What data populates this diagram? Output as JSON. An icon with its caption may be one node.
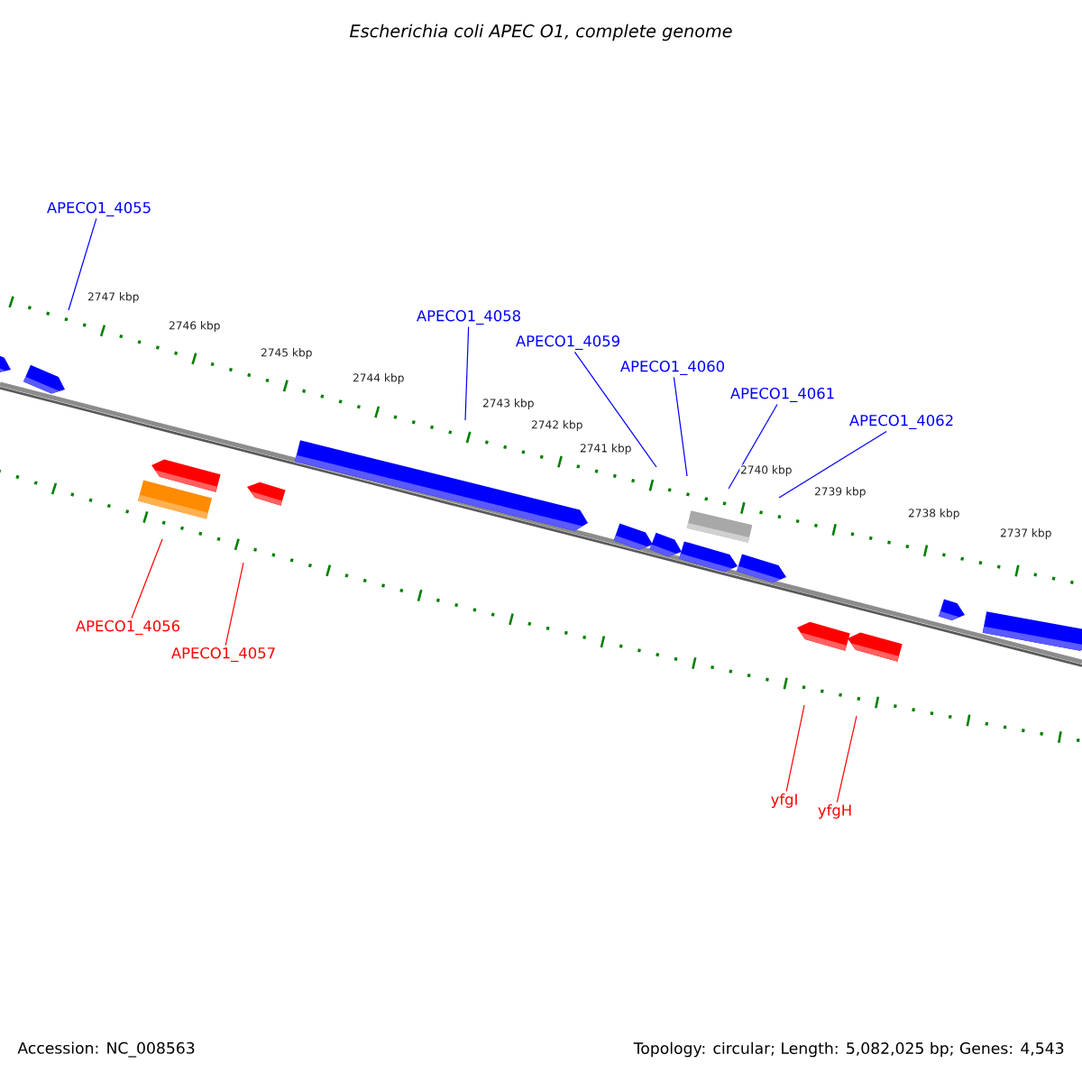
{
  "diagram": {
    "title": "Escherichia coli APEC O1, complete genome",
    "nodes": [
      {
        "text": [
          "APECO1_4055"
        ]
      },
      {
        "text": [
          "APECO1_4058"
        ]
      },
      {
        "text": [
          "APECO1_4059"
        ]
      },
      {
        "text": [
          "APECO1_4060"
        ]
      },
      {
        "text": [
          "APECO1_4061"
        ]
      },
      {
        "text": [
          "APECO1_4062"
        ]
      },
      {
        "text": [
          "APECO1_4056"
        ]
      },
      {
        "text": [
          "APECO1_4057"
        ]
      },
      {
        "text": [
          "yfgI"
        ]
      },
      {
        "text": [
          "yfgH"
        ]
      }
    ],
    "edges": [
      {
        "from": 0,
        "to": null,
        "arrow": "none"
      },
      {
        "from": 1,
        "to": null,
        "arrow": "none"
      },
      {
        "from": 2,
        "to": null,
        "arrow": "none"
      },
      {
        "from": 3,
        "to": null,
        "arrow": "none"
      },
      {
        "from": 4,
        "to": null,
        "arrow": "none"
      },
      {
        "from": 5,
        "to": null,
        "arrow": "none"
      },
      {
        "from": 6,
        "to": null,
        "arrow": "none",
        "color": "#ff0000"
      },
      {
        "from": 7,
        "to": null,
        "arrow": "none",
        "color": "#ff0000"
      },
      {
        "from": 8,
        "to": null,
        "arrow": "none",
        "color": "#ff0000"
      },
      {
        "from": 9,
        "to": null,
        "arrow": "none",
        "color": "#ff0000"
      }
    ],
    "labels": [
      "2747 kbp",
      "2746 kbp",
      "2745 kbp",
      "2744 kbp",
      "2743 kbp",
      "2742 kbp",
      "2741 kbp",
      "2740 kbp",
      "2739 kbp",
      "2738 kbp",
      "2737 kbp",
      "Accession: NC_008563",
      "Topology: circular; Length: 5,082,025 bp; Genes: 4,543"
    ]
  }
}
